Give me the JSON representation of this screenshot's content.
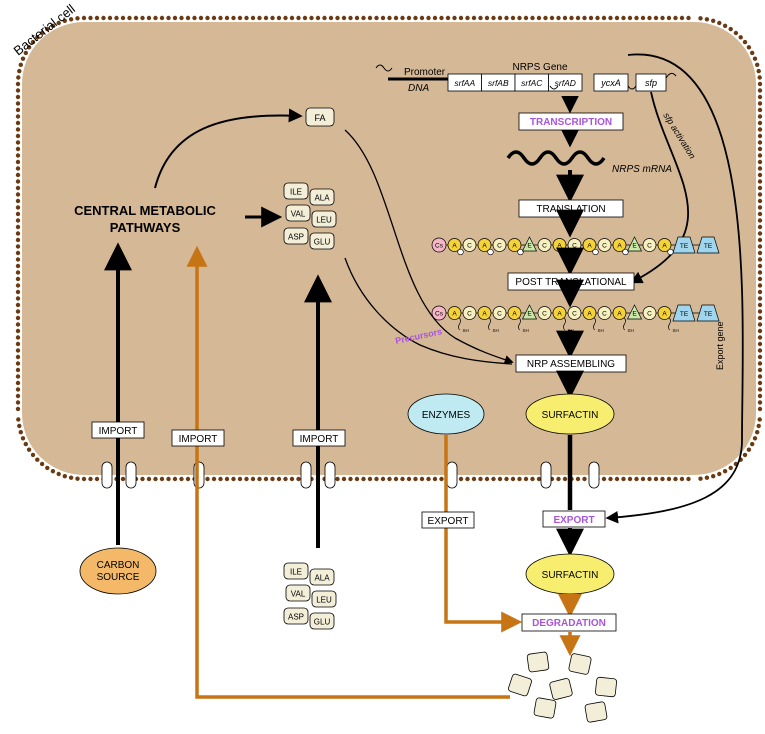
{
  "cell_label": "Bacterial cell",
  "gene": {
    "title": "NRPS Gene",
    "promoter": "Promoter",
    "dna": "DNA",
    "segments": [
      "srfAA",
      "srfAB",
      "srfAC",
      "srfAD"
    ],
    "ycxA": "ycxA",
    "sfp": "sfp"
  },
  "steps": {
    "transcription": "TRANSCRIPTION",
    "mrna": "NRPS mRNA",
    "translation": "TRANSLATION",
    "post_translational": "POST TRANSLATIONAL",
    "nrp_assembling": "NRP ASSEMBLING",
    "export": "EXPORT",
    "degradation": "DEGRADATION"
  },
  "side_labels": {
    "sfp_activation": "sfp activation",
    "export_gene": "Export gene",
    "precursors": "Precursors"
  },
  "central": {
    "line1": "CENTRAL METABOLIC",
    "line2": "PATHWAYS"
  },
  "fa": "FA",
  "amino_acids": [
    "ILE",
    "ALA",
    "VAL",
    "LEU",
    "ASP",
    "GLU"
  ],
  "import_label": "IMPORT",
  "export_label": "EXPORT",
  "enzymes": "ENZYMES",
  "surfactin": "SURFACTIN",
  "carbon_source": {
    "line1": "CARBON",
    "line2": "SOURCE"
  },
  "chain": {
    "domains": [
      "Cs",
      "A",
      "C",
      "A",
      "C",
      "A",
      "E",
      "C",
      "A",
      "C",
      "A",
      "C",
      "A",
      "E",
      "C",
      "A",
      "TE",
      "TE"
    ],
    "sh": "SH"
  },
  "colors": {
    "cell_fill": "#d5b896",
    "membrane_dot": "#f2cf2e",
    "membrane_dot_outer": "#6b3a12",
    "step_text": "#a855d8",
    "orange_arrow": "#c77414",
    "enzymes_fill": "#bfeaf2",
    "surfactin_fill": "#f7ee70",
    "carbon_fill": "#f4b968",
    "cs_fill": "#f5b6c8",
    "a_fill": "#f3d23a",
    "c_fill": "#f6f0c0",
    "e_fill": "#c9e9a6",
    "te_fill": "#9fd6ee"
  }
}
